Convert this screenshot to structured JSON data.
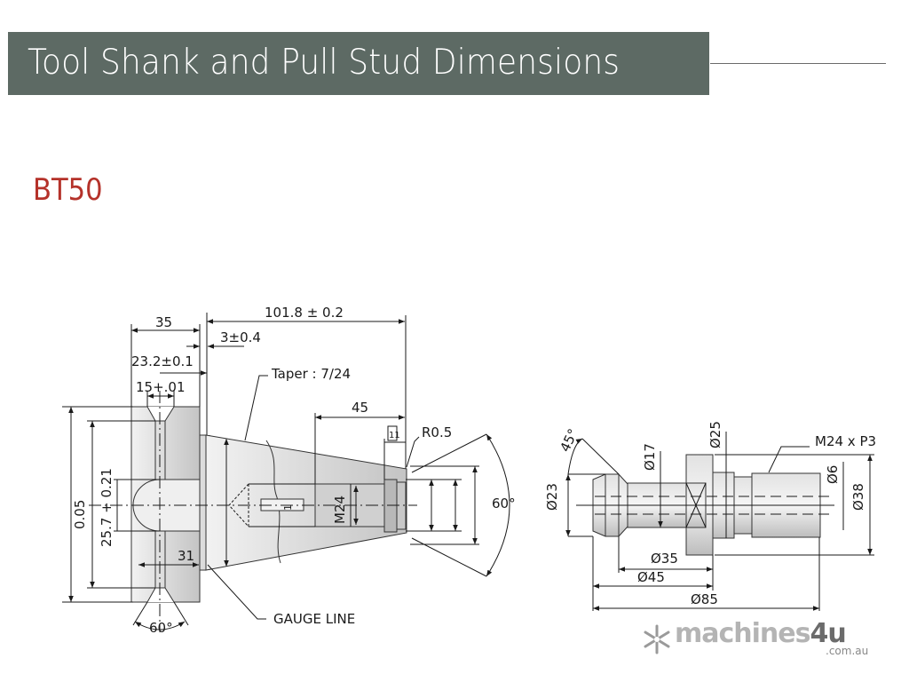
{
  "header": {
    "title": "Tool Shank and Pull Stud Dimensions",
    "bar_color": "#5d6a64"
  },
  "model": {
    "label": "BT50",
    "color": "#b5322a"
  },
  "tool_shank": {
    "dims": {
      "total_length": "101.8 ± 0.2",
      "flange_width": "35",
      "gauge_offset": "3±0.4",
      "flange_to_gauge": "23.2±0.1",
      "groove_width": "15+.01",
      "taper": "Taper : 7/24",
      "thread_depth": "45",
      "slot_width": "11",
      "radius": "R0.5",
      "angle_right": "60°",
      "thread": "M24",
      "key": "1",
      "height_outer": "0.05",
      "height_inner": "25.7 + 0.21",
      "flange_inner": "31",
      "v_groove_angle": "60°",
      "gauge_line": "GAUGE LINE"
    }
  },
  "pull_stud": {
    "dims": {
      "head_angle": "45°",
      "head_dia": "Ø23",
      "neck_dia": "Ø17",
      "collar_dia": "Ø25",
      "thread": "M24 x P3",
      "bore_dia": "Ø6",
      "flange_dia": "Ø38",
      "len_35": "Ø35",
      "len_45": "Ø45",
      "len_85": "Ø85"
    }
  },
  "logo": {
    "word": "machines",
    "number": "4u",
    "domain": ".com.au"
  }
}
